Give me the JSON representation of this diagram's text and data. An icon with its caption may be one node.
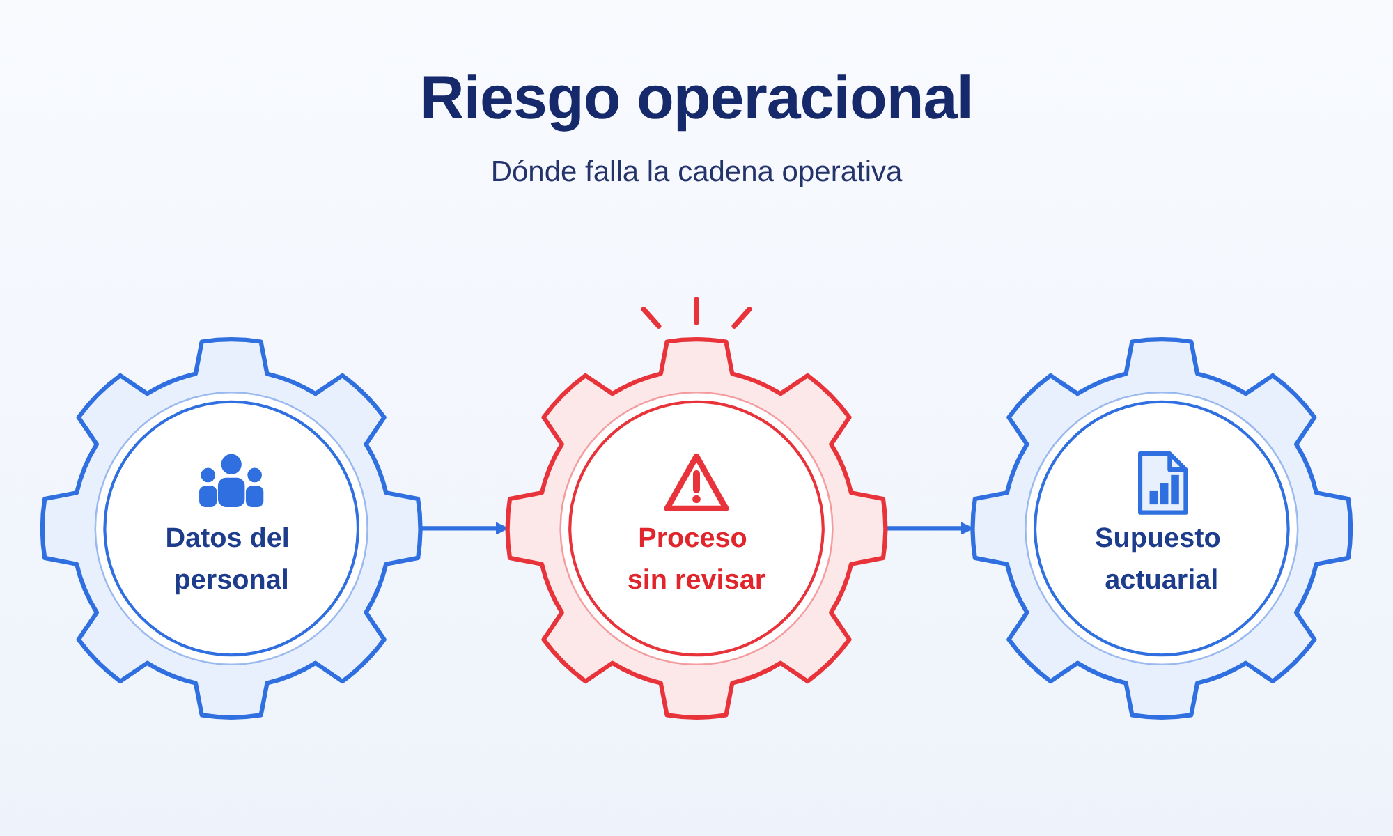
{
  "diagram": {
    "title": "Riesgo operacional",
    "nodes": [
      {
        "text": [
          "Datos del personal"
        ]
      },
      {
        "text": [
          "Proceso sin revisar"
        ]
      },
      {
        "text": [
          "Supuesto actuarial"
        ]
      }
    ],
    "edges": [
      {
        "from": 0,
        "to": 1,
        "arrow": "to"
      },
      {
        "from": 1,
        "to": 2,
        "arrow": "to"
      }
    ],
    "labels": [
      "Dónde falla la cadena operativa"
    ]
  }
}
